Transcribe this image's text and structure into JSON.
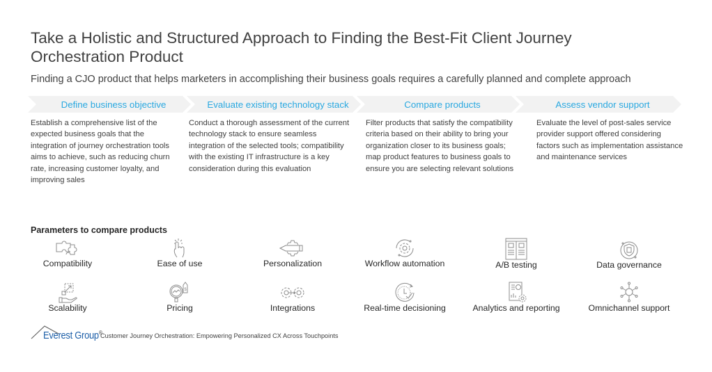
{
  "header": {
    "title": "Take a Holistic and Structured Approach to Finding the Best-Fit Client Journey Orchestration Product",
    "subtitle": "Finding a CJO product that helps marketers in accomplishing their business goals requires a carefully planned and complete approach"
  },
  "steps": [
    {
      "label": "Define business objective",
      "description": "Establish a comprehensive list of the expected business goals that the integration of journey orchestration tools aims to achieve, such as reducing churn rate, increasing customer loyalty, and improving sales"
    },
    {
      "label": "Evaluate existing technology stack",
      "description": "Conduct a thorough assessment of the current technology stack to ensure seamless integration of the selected tools; compatibility with the existing IT infrastructure is a key consideration during this evaluation"
    },
    {
      "label": "Compare products",
      "description": "Filter products that satisfy the compatibility criteria based on their ability to bring your organization closer to its business goals; map product features to business goals to ensure you are selecting relevant solutions"
    },
    {
      "label": "Assess vendor support",
      "description": "Evaluate the level of post-sales service provider support offered considering factors such as implementation assistance and maintenance services"
    }
  ],
  "parameters": {
    "title": "Parameters to compare products",
    "items": [
      {
        "label": "Compatibility",
        "icon": "puzzle-icon"
      },
      {
        "label": "Ease of use",
        "icon": "tap-hand-icon"
      },
      {
        "label": "Personalization",
        "icon": "pencil-gear-icon"
      },
      {
        "label": "Workflow automation",
        "icon": "gear-cycle-icon"
      },
      {
        "label": "A/B testing",
        "icon": "ab-test-icon"
      },
      {
        "label": "Data governance",
        "icon": "shield-data-icon"
      },
      {
        "label": "Scalability",
        "icon": "hand-scale-icon"
      },
      {
        "label": "Pricing",
        "icon": "magnifier-price-tag-icon"
      },
      {
        "label": "Integrations",
        "icon": "gears-arrow-icon"
      },
      {
        "label": "Real-time decisioning",
        "icon": "clock-check-icon"
      },
      {
        "label": "Analytics and reporting",
        "icon": "report-gear-icon"
      },
      {
        "label": "Omnichannel support",
        "icon": "network-hub-icon"
      }
    ]
  },
  "footer": {
    "brand": "Everest Group",
    "registered": "®",
    "caption": "Customer Journey Orchestration: Empowering Personalized CX Across Touchpoints"
  },
  "colors": {
    "accent": "#29a8e0",
    "chevron_bg": "#f2f2f2",
    "text": "#404040",
    "brand": "#1d5fa8",
    "icon": "#8c8c8c"
  }
}
